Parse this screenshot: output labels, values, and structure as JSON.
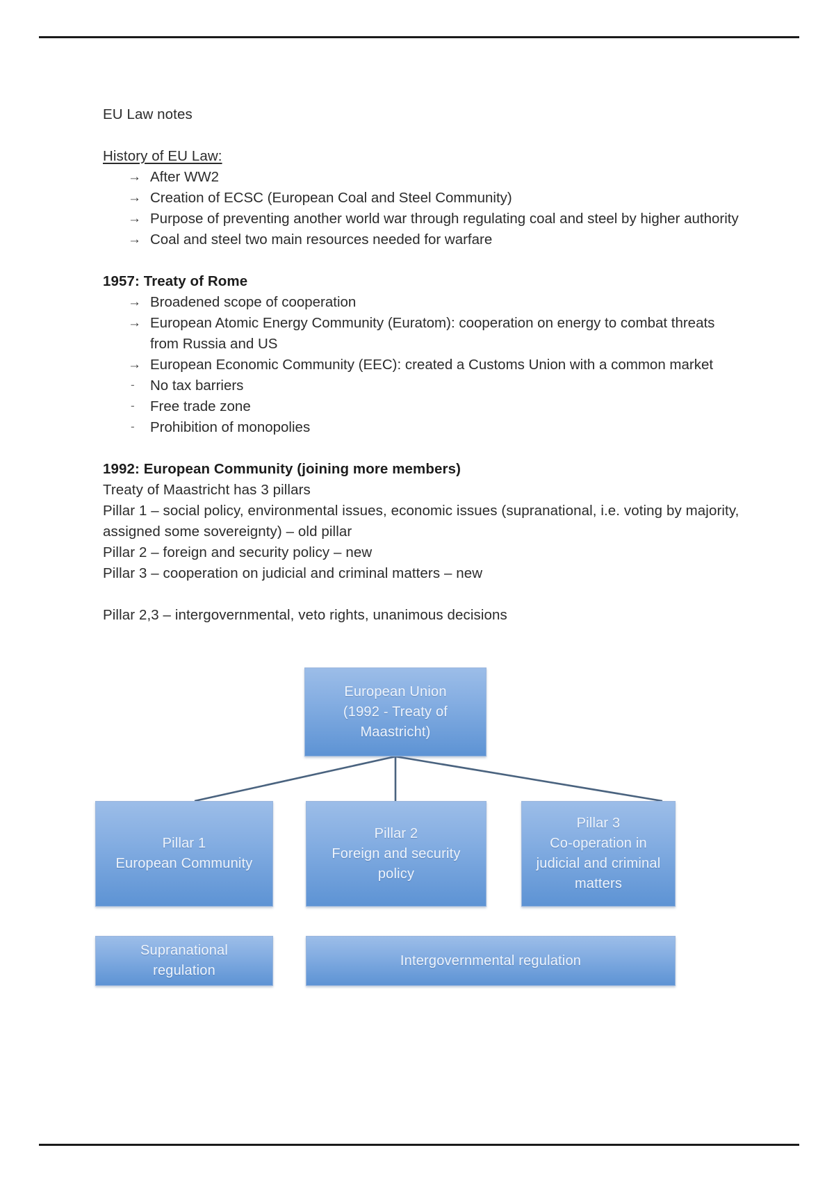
{
  "document": {
    "title_line": "EU Law notes",
    "sections": [
      {
        "heading": "History of EU Law:",
        "heading_style": "underline",
        "arrow_items": [
          "After WW2",
          "Creation of ECSC (European Coal and Steel Community)",
          "Purpose of preventing another world war through regulating coal and steel by higher authority",
          "Coal and steel two main resources needed for warfare"
        ],
        "dash_items": []
      },
      {
        "heading": "1957: Treaty of Rome",
        "heading_style": "bold",
        "arrow_items": [
          "Broadened scope of cooperation",
          "European Atomic Energy Community (Euratom): cooperation on energy to combat threats from Russia and US",
          "European Economic Community (EEC): created a Customs Union with a common market"
        ],
        "dash_items": [
          "No tax barriers",
          "Free trade zone",
          "Prohibition of monopolies"
        ]
      }
    ],
    "maastricht": {
      "heading": "1992: European Community (joining more members)",
      "heading_style": "bold",
      "paragraphs": [
        "Treaty of Maastricht has 3 pillars",
        "Pillar 1 – social policy, environmental issues, economic issues (supranational, i.e. voting by majority, assigned some sovereignty) – old pillar",
        "Pillar 2 – foreign and security policy – new",
        "Pillar 3 – cooperation on judicial and criminal matters – new"
      ],
      "closing_paragraph": "Pillar 2,3 – intergovernmental, veto rights, unanimous decisions"
    },
    "markers": {
      "arrow": "→",
      "dash": "-"
    }
  },
  "diagram": {
    "title_box": {
      "line1": "European Union",
      "line2": "(1992 - Treaty of",
      "line3": "Maastricht)"
    },
    "pillars": [
      {
        "id": "pillar-1",
        "line1": "Pillar 1",
        "line2": "European Community",
        "line3": "",
        "line4": ""
      },
      {
        "id": "pillar-2",
        "line1": "Pillar 2",
        "line2": "Foreign and security",
        "line3": "policy",
        "line4": ""
      },
      {
        "id": "pillar-3",
        "line1": "Pillar 3",
        "line2": "Co-operation in",
        "line3": "judicial and criminal",
        "line4": "matters"
      }
    ],
    "regulation_boxes": [
      {
        "id": "supranational-regulation",
        "line1": "Supranational",
        "line2": "regulation"
      },
      {
        "id": "intergovernmental-regulation",
        "line1": "Intergovernmental regulation",
        "line2": ""
      }
    ],
    "colors": {
      "box_light": "#9cbde8",
      "box_dark": "#5d93d4",
      "box_border": "#9ab6dd",
      "connector": "#4a637f",
      "box_text": "#eef4fc"
    }
  }
}
